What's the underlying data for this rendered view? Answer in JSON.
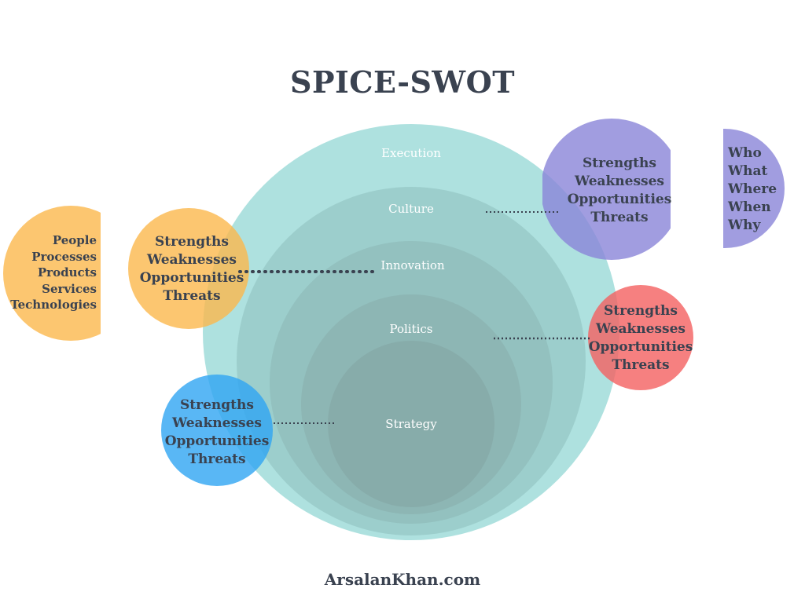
{
  "title": "SPICE-SWOT",
  "footer": "ArsalanKhan.com",
  "rings": [
    "Execution",
    "Culture",
    "Innovation",
    "Politics",
    "Strategy"
  ],
  "spice_dimensions": [
    "People",
    "Processes",
    "Products",
    "Services",
    "Technologies"
  ],
  "swot": [
    "Strengths",
    "Weaknesses",
    "Opportunities",
    "Threats"
  ],
  "questions": [
    "Who",
    "What",
    "Where",
    "When",
    "Why"
  ],
  "colors": {
    "ring": "#6cc9c5",
    "swot_orange": "#fbb84c",
    "swot_purple": "#8a84d8",
    "swot_red": "#f46060",
    "swot_blue": "#2fa5f2",
    "text": "#3a4250"
  }
}
